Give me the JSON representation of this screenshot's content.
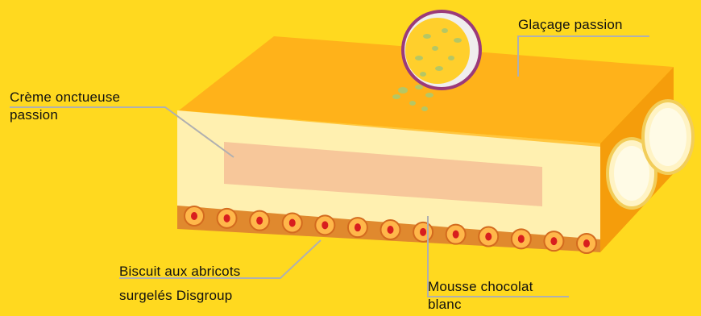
{
  "labels": {
    "glacage": "Glaçage passion",
    "creme_line1": "Crème onctueuse",
    "creme_line2": "passion",
    "biscuit_line1": "Biscuit aux abricots",
    "biscuit_line2": "surgelés Disgroup",
    "mousse_line1": "Mousse chocolat",
    "mousse_line2": "blanc"
  },
  "colors": {
    "background": "#ffd91f",
    "glaze_top": "#ffb21a",
    "glaze_front": "#ffbf2a",
    "glaze_side": "#f59d0b",
    "mousse": "#fff0b0",
    "creme_insert": "#f7c79a",
    "biscuit": "#e0892e",
    "apricot": "#ffb74a",
    "apricot_core": "#d81e1e",
    "leader_line": "#b0b0b0"
  },
  "apricot_count": 13
}
